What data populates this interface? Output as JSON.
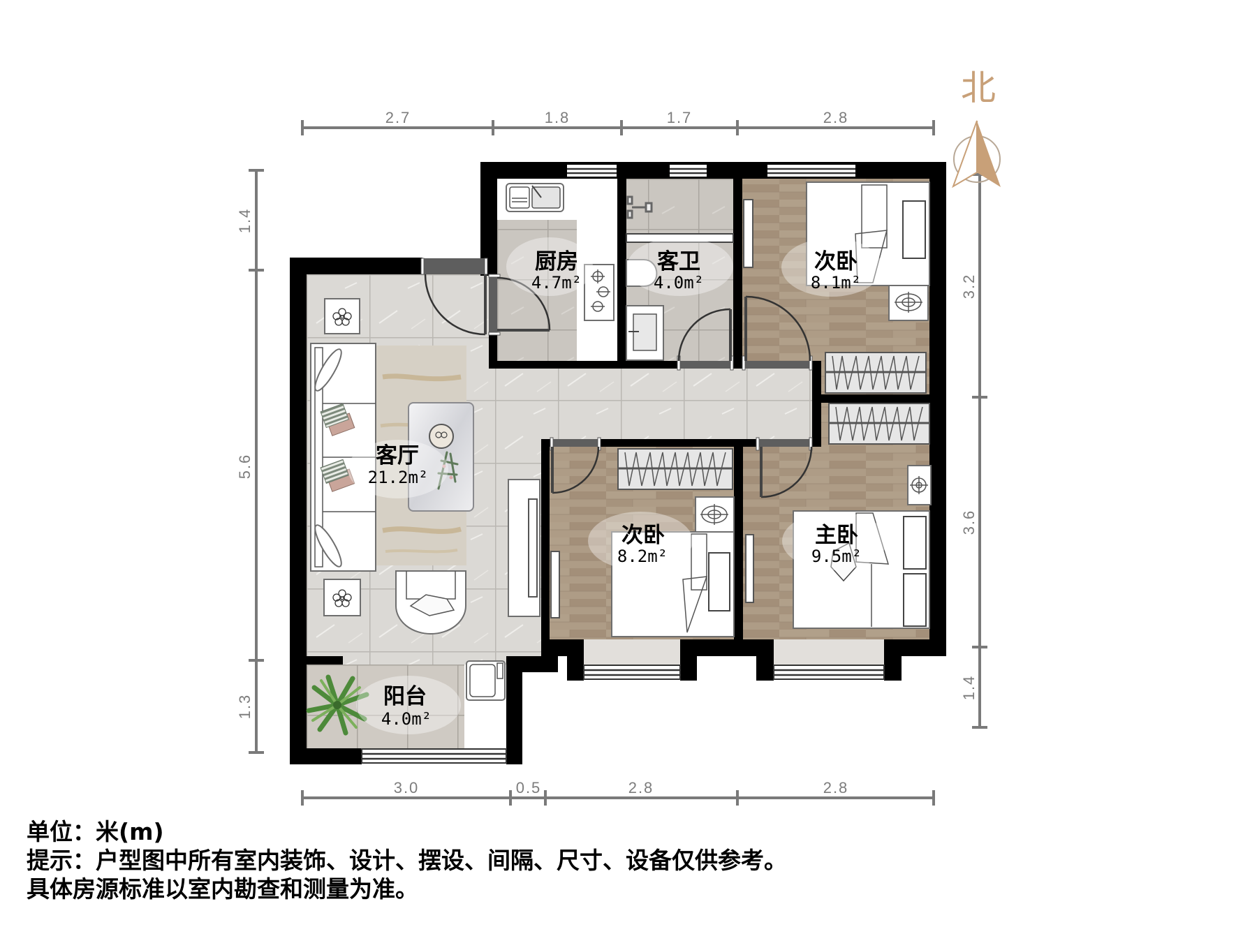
{
  "colors": {
    "wall": "#000000",
    "wood": "#a99680",
    "tile": "#dbd9d5",
    "wet_tile": "#cac6c0",
    "dimension": "#7a7a7a",
    "compass": "#c8a078",
    "text": "#000000"
  },
  "compass": {
    "north_label": "北"
  },
  "dimensions": {
    "top": [
      "2.7",
      "1.8",
      "1.7",
      "2.8"
    ],
    "bottom": [
      "3.0",
      "0.5",
      "2.8",
      "2.8"
    ],
    "left": [
      "1.4",
      "5.6",
      "1.3"
    ],
    "right": [
      "3.2",
      "3.6",
      "1.4"
    ]
  },
  "rooms": {
    "kitchen": {
      "name": "厨房",
      "area": "4.7m²"
    },
    "guest_bathroom": {
      "name": "客卫",
      "area": "4.0m²"
    },
    "secondary_bedroom_north": {
      "name": "次卧",
      "area": "8.1m²"
    },
    "living_room": {
      "name": "客厅",
      "area": "21.2m²"
    },
    "secondary_bedroom_south": {
      "name": "次卧",
      "area": "8.2m²"
    },
    "master_bedroom": {
      "name": "主卧",
      "area": "9.5m²"
    },
    "balcony": {
      "name": "阳台",
      "area": "4.0m²"
    }
  },
  "notes": {
    "unit": "单位：米(m)",
    "disclaimer": "提示：户型图中所有室内装饰、设计、摆设、间隔、尺寸、设备仅供参考。",
    "standard": "具体房源标准以室内勘查和测量为准。"
  }
}
